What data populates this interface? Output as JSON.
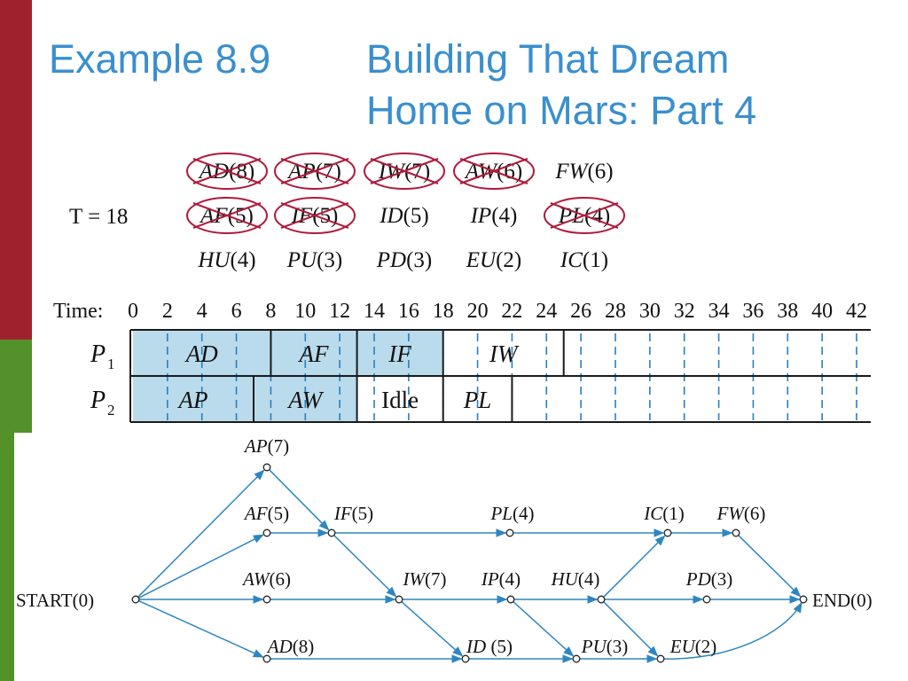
{
  "title": {
    "example": "Example 8.9",
    "line1": "Building That Dream",
    "line2": "Home on Mars: Part 4"
  },
  "priority_list": {
    "label": "T = 18",
    "rows": [
      [
        {
          "name": "AD",
          "time": "(8)",
          "crossed": true
        },
        {
          "name": "AP",
          "time": "(7)",
          "crossed": true
        },
        {
          "name": "IW",
          "time": "(7)",
          "crossed": true
        },
        {
          "name": "AW",
          "time": "(6)",
          "crossed": true
        },
        {
          "name": "FW",
          "time": "(6)",
          "crossed": false
        }
      ],
      [
        {
          "name": "AF",
          "time": "(5)",
          "crossed": true
        },
        {
          "name": "IF",
          "time": "(5)",
          "crossed": true
        },
        {
          "name": "ID",
          "time": "(5)",
          "crossed": false
        },
        {
          "name": "IP",
          "time": "(4)",
          "crossed": false
        },
        {
          "name": "PL",
          "time": "(4)",
          "crossed": true
        }
      ],
      [
        {
          "name": "HU",
          "time": "(4)",
          "crossed": false
        },
        {
          "name": "PU",
          "time": "(3)",
          "crossed": false
        },
        {
          "name": "PD",
          "time": "(3)",
          "crossed": false
        },
        {
          "name": "EU",
          "time": "(2)",
          "crossed": false
        },
        {
          "name": "IC",
          "time": "(1)",
          "crossed": false
        }
      ]
    ]
  },
  "schedule": {
    "time_label": "Time:",
    "ticks": [
      0,
      2,
      4,
      6,
      8,
      10,
      12,
      14,
      16,
      18,
      20,
      22,
      24,
      26,
      28,
      30,
      32,
      34,
      36,
      38,
      40,
      42
    ],
    "max_time": 42,
    "processors": [
      {
        "label": "P",
        "sub": "1",
        "tasks": [
          {
            "name": "AD",
            "start": 0,
            "end": 8,
            "done": true
          },
          {
            "name": "AF",
            "start": 8,
            "end": 13,
            "done": true
          },
          {
            "name": "IF",
            "start": 13,
            "end": 18,
            "done": true
          },
          {
            "name": "IW",
            "start": 18,
            "end": 25,
            "done": false
          }
        ]
      },
      {
        "label": "P",
        "sub": "2",
        "tasks": [
          {
            "name": "AP",
            "start": 0,
            "end": 7,
            "done": true
          },
          {
            "name": "AW",
            "start": 7,
            "end": 13,
            "done": true
          },
          {
            "name": "Idle",
            "start": 13,
            "end": 18,
            "done": false,
            "idle": true
          },
          {
            "name": "PL",
            "start": 18,
            "end": 22,
            "done": false
          }
        ]
      }
    ],
    "done_color": "#b9dbec",
    "line_color": "#1a1a1a",
    "dash_color": "#2a7fbf"
  },
  "graph": {
    "edge_color": "#2e86c1",
    "nodes": [
      {
        "id": "START",
        "name": "START",
        "time": "(0)",
        "italic": false
      },
      {
        "id": "AP",
        "name": "AP",
        "time": "(7)",
        "italic": true
      },
      {
        "id": "AF",
        "name": "AF",
        "time": "(5)",
        "italic": true
      },
      {
        "id": "AW",
        "name": "AW",
        "time": "(6)",
        "italic": true
      },
      {
        "id": "AD",
        "name": "AD",
        "time": "(8)",
        "italic": true
      },
      {
        "id": "IF",
        "name": "IF",
        "time": "(5)",
        "italic": true
      },
      {
        "id": "IW",
        "name": "IW",
        "time": "(7)",
        "italic": true
      },
      {
        "id": "ID",
        "name": "ID",
        "time": " (5)",
        "italic": true
      },
      {
        "id": "PL",
        "name": "PL",
        "time": "(4)",
        "italic": true
      },
      {
        "id": "IP",
        "name": "IP",
        "time": "(4)",
        "italic": true
      },
      {
        "id": "PU",
        "name": "PU",
        "time": "(3)",
        "italic": true
      },
      {
        "id": "HU",
        "name": "HU",
        "time": "(4)",
        "italic": true
      },
      {
        "id": "IC",
        "name": "IC",
        "time": "(1)",
        "italic": true
      },
      {
        "id": "FW",
        "name": "FW",
        "time": "(6)",
        "italic": true
      },
      {
        "id": "PD",
        "name": "PD",
        "time": "(3)",
        "italic": true
      },
      {
        "id": "EU",
        "name": "EU",
        "time": "(2)",
        "italic": true
      },
      {
        "id": "END",
        "name": "END",
        "time": "(0)",
        "italic": false
      }
    ],
    "edges": [
      [
        "START",
        "AP"
      ],
      [
        "START",
        "AF"
      ],
      [
        "START",
        "AW"
      ],
      [
        "START",
        "AD"
      ],
      [
        "AP",
        "IF"
      ],
      [
        "AF",
        "IF"
      ],
      [
        "AW",
        "IW"
      ],
      [
        "AD",
        "ID"
      ],
      [
        "IF",
        "PL"
      ],
      [
        "IF",
        "IW"
      ],
      [
        "IW",
        "IP"
      ],
      [
        "IW",
        "ID"
      ],
      [
        "IP",
        "HU"
      ],
      [
        "IP",
        "PU"
      ],
      [
        "ID",
        "PU"
      ],
      [
        "PL",
        "IC"
      ],
      [
        "HU",
        "IC"
      ],
      [
        "HU",
        "PD"
      ],
      [
        "HU",
        "EU"
      ],
      [
        "PU",
        "EU"
      ],
      [
        "IC",
        "FW"
      ],
      [
        "FW",
        "END"
      ],
      [
        "PD",
        "END"
      ],
      [
        "EU",
        "END"
      ]
    ]
  }
}
